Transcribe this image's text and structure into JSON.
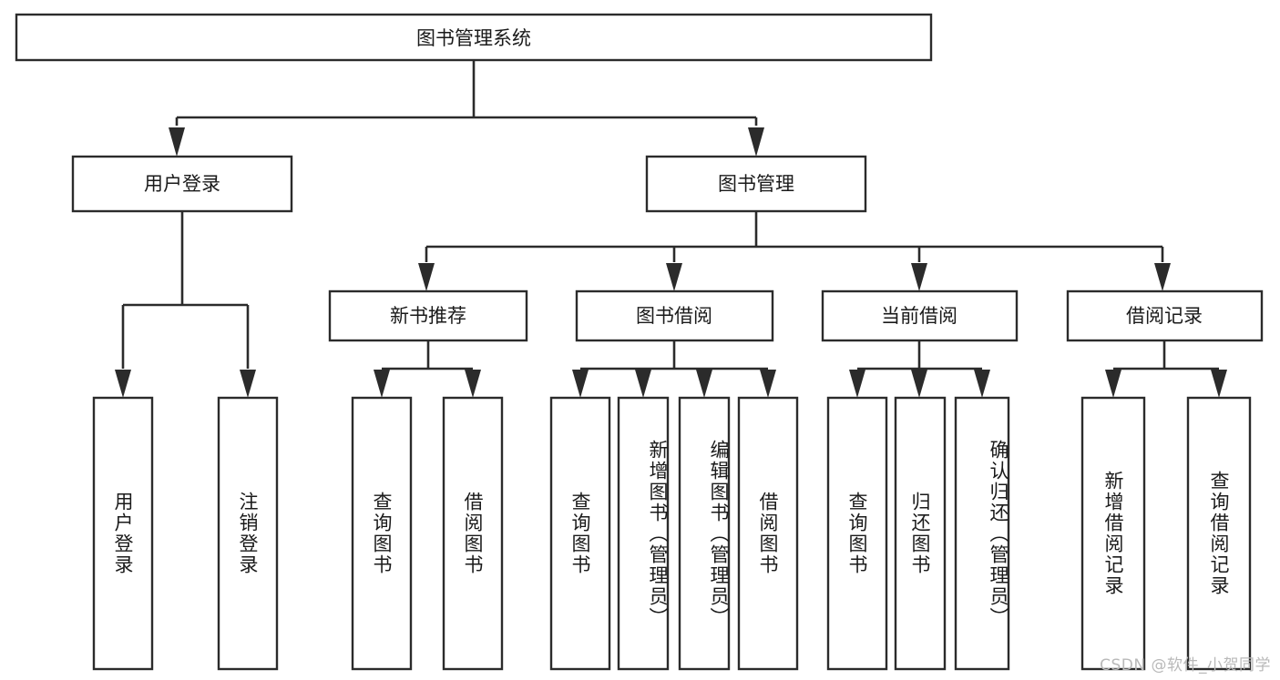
{
  "diagram": {
    "type": "tree-hierarchy",
    "title": "图书管理系统",
    "watermark": "CSDN @软件_小贺同学",
    "colors": {
      "stroke": "#2b2b2b",
      "fill": "#ffffff",
      "text": "#1a1a1a",
      "watermark": "#b9b9b9",
      "background": "#ffffff"
    },
    "levels": {
      "root": {
        "label": "图书管理系统"
      },
      "level1": [
        {
          "id": "user-login",
          "label": "用户登录"
        },
        {
          "id": "book-management",
          "label": "图书管理"
        }
      ],
      "level2": [
        {
          "id": "new-book-recommend",
          "label": "新书推荐",
          "parent": "book-management"
        },
        {
          "id": "book-borrow",
          "label": "图书借阅",
          "parent": "book-management"
        },
        {
          "id": "current-borrow",
          "label": "当前借阅",
          "parent": "book-management"
        },
        {
          "id": "borrow-record",
          "label": "借阅记录",
          "parent": "book-management"
        }
      ],
      "leaves": [
        {
          "id": "leaf-user-login",
          "label": "用户登录",
          "parent": "user-login"
        },
        {
          "id": "leaf-logout-login",
          "label": "注销登录",
          "parent": "user-login"
        },
        {
          "id": "leaf-query-book-1",
          "label": "查询图书",
          "parent": "new-book-recommend"
        },
        {
          "id": "leaf-borrow-book-1",
          "label": "借阅图书",
          "parent": "new-book-recommend"
        },
        {
          "id": "leaf-query-book-2",
          "label": "查询图书",
          "parent": "book-borrow"
        },
        {
          "id": "leaf-add-book",
          "label": "新增图书（管理员）",
          "parent": "book-borrow"
        },
        {
          "id": "leaf-edit-book",
          "label": "编辑图书（管理员）",
          "parent": "book-borrow"
        },
        {
          "id": "leaf-borrow-book-2",
          "label": "借阅图书",
          "parent": "book-borrow"
        },
        {
          "id": "leaf-query-book-3",
          "label": "查询图书",
          "parent": "current-borrow"
        },
        {
          "id": "leaf-return-book",
          "label": "归还图书",
          "parent": "current-borrow"
        },
        {
          "id": "leaf-confirm-return",
          "label": "确认归还（管理员）",
          "parent": "current-borrow"
        },
        {
          "id": "leaf-add-record",
          "label": "新增借阅记录",
          "parent": "borrow-record"
        },
        {
          "id": "leaf-query-record",
          "label": "查询借阅记录",
          "parent": "borrow-record"
        }
      ]
    }
  }
}
